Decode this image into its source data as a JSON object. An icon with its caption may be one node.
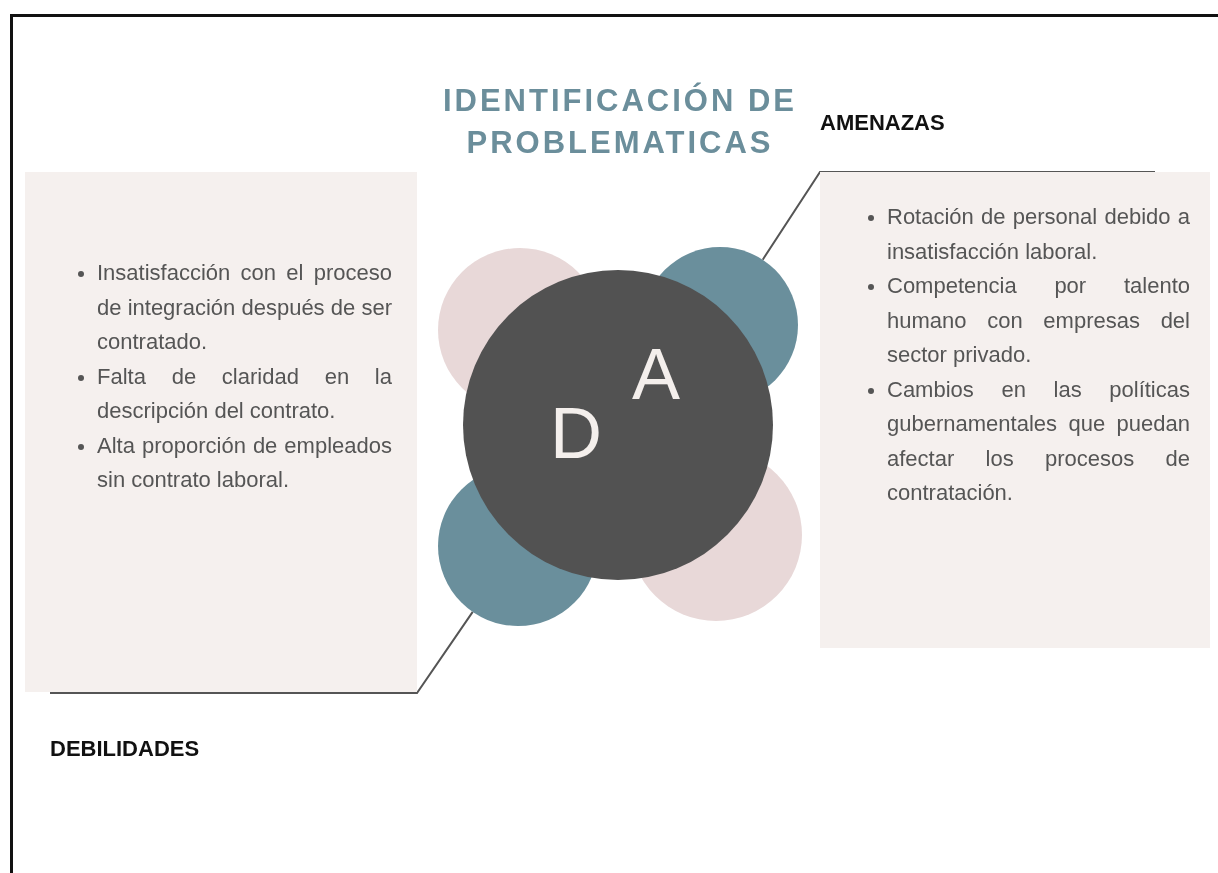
{
  "diagram": {
    "title": "IDENTIFICACIÓN DE PROBLEMATICAS",
    "nodes": [
      {
        "text": [
          "Insatisfacción con el proceso de integración después de ser contratado.",
          "Falta de claridad en la descripción del contrato.",
          "Alta proporción de empleados sin contrato laboral."
        ]
      },
      {
        "text": [
          "Rotación de personal debido a insatisfacción laboral.",
          "Competencia por talento humano con empresas del sector privado.",
          "Cambios en las políticas gubernamentales que puedan afectar los procesos de contratación."
        ]
      },
      {
        "text": [],
        "shape": "circle"
      },
      {
        "text": [],
        "shape": "circle"
      },
      {
        "text": [
          "A",
          "D"
        ]
      },
      {
        "text": [],
        "shape": "circle"
      },
      {
        "text": [],
        "shape": "circle"
      }
    ],
    "edges": [
      {
        "from": 3,
        "to": 1,
        "arrow": "none"
      },
      {
        "from": 5,
        "to": 0,
        "arrow": "none"
      }
    ],
    "labels": [
      "AMENAZAS",
      "DEBILIDADES"
    ]
  }
}
